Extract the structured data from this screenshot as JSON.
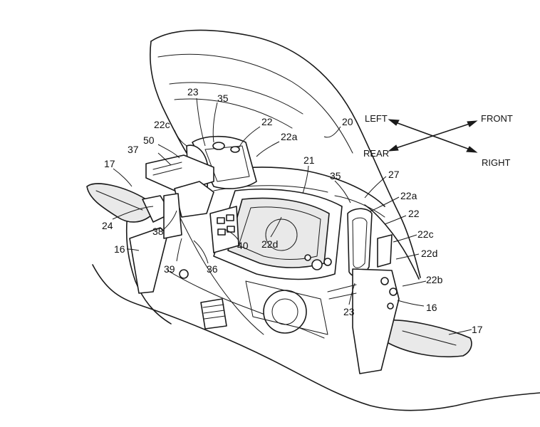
{
  "directions": {
    "left": "LEFT",
    "front": "FRONT",
    "rear": "REAR",
    "right": "RIGHT"
  },
  "labels": {
    "n20": "20",
    "n21": "21",
    "n22_top": "22",
    "n22a_top": "22a",
    "n22c_top": "22c",
    "n23_top": "23",
    "n35_top": "35",
    "n50": "50",
    "n37": "37",
    "n17_left": "17",
    "n24": "24",
    "n38": "38",
    "n16_left": "16",
    "n39": "39",
    "n36": "36",
    "n40": "40",
    "n22d_center": "22d",
    "n35_right": "35",
    "n27": "27",
    "n22a_right": "22a",
    "n22_right": "22",
    "n22c_right": "22c",
    "n22d_right": "22d",
    "n22b": "22b",
    "n23_bottom": "23",
    "n16_right": "16",
    "n17_right": "17"
  }
}
